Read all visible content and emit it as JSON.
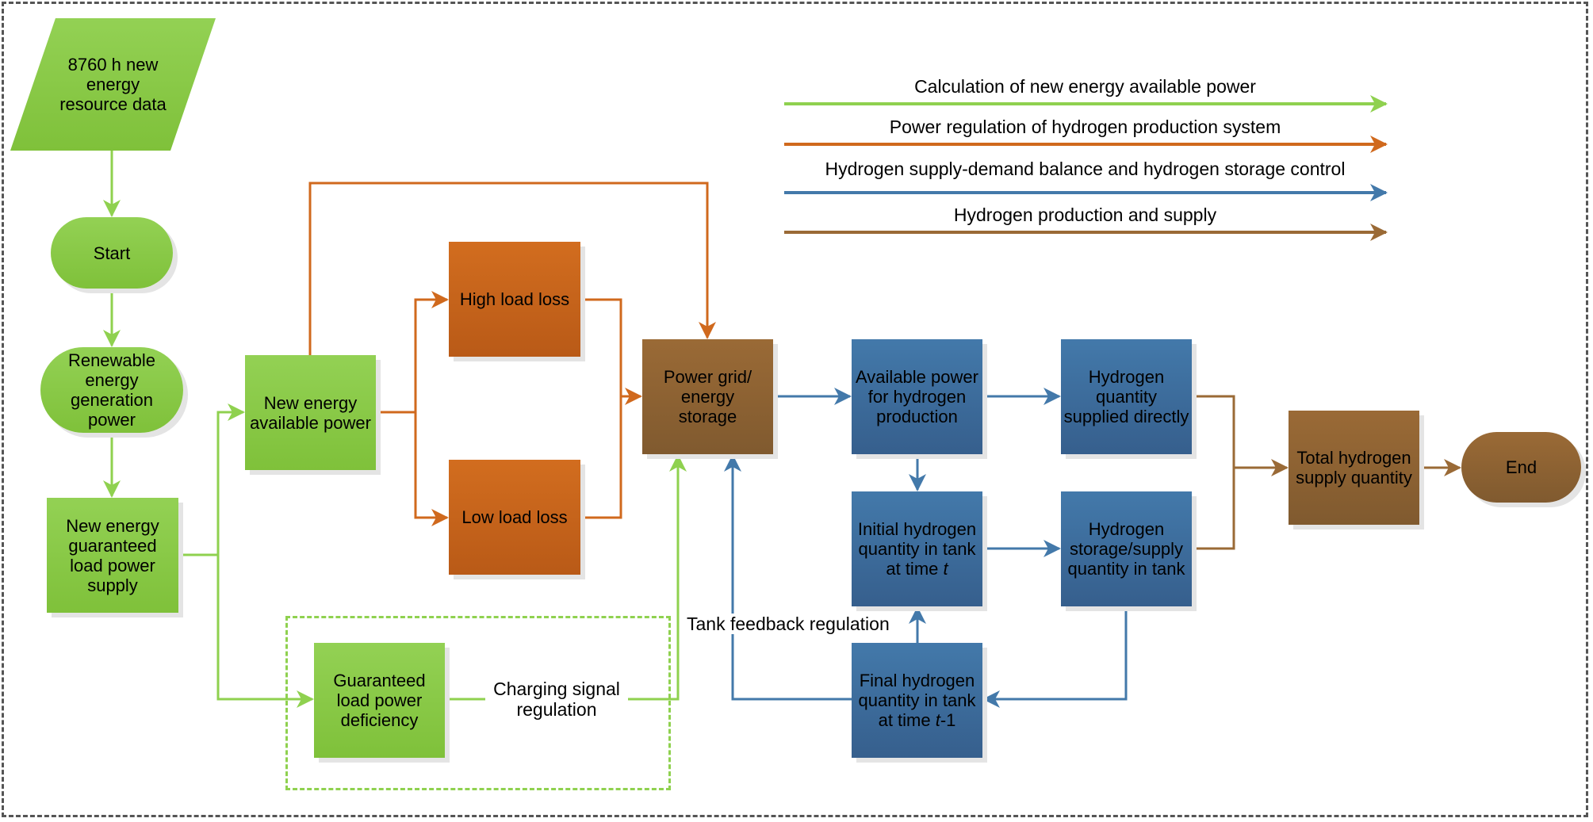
{
  "colors": {
    "green": "#8fd14f",
    "orange": "#d0691d",
    "blue": "#4379aa",
    "brown": "#9a6a36"
  },
  "legend": [
    {
      "label": "Calculation of new energy available power",
      "color": "green"
    },
    {
      "label": "Power regulation of hydrogen production system",
      "color": "orange"
    },
    {
      "label": "Hydrogen supply-demand balance and hydrogen storage control",
      "color": "blue"
    },
    {
      "label": "Hydrogen production and supply",
      "color": "brown"
    }
  ],
  "nodes": {
    "resource_data": "8760 h new energy resource data",
    "start": "Start",
    "renewable_generation": "Renewable energy generation power",
    "guaranteed_supply": "New energy guaranteed load power supply",
    "available_power": "New energy available power",
    "high_load_loss": "High load loss",
    "low_load_loss": "Low load loss",
    "grid_storage": "Power grid/ energy storage",
    "power_for_h2": "Available power for hydrogen production",
    "h2_direct": "Hydrogen quantity supplied directly",
    "initial_h2": {
      "text": "Initial hydrogen quantity in tank at time ",
      "var": "t",
      "suffix": ""
    },
    "h2_storage_supply": "Hydrogen storage/supply quantity in tank",
    "final_h2": {
      "text": "Final hydrogen quantity in tank at time ",
      "var": "t",
      "suffix": "-1"
    },
    "total_h2": "Total hydrogen supply quantity",
    "end": "End",
    "deficiency": "Guaranteed load power deficiency"
  },
  "edge_labels": {
    "charging": "Charging signal regulation",
    "tank_feedback": "Tank feedback regulation"
  }
}
